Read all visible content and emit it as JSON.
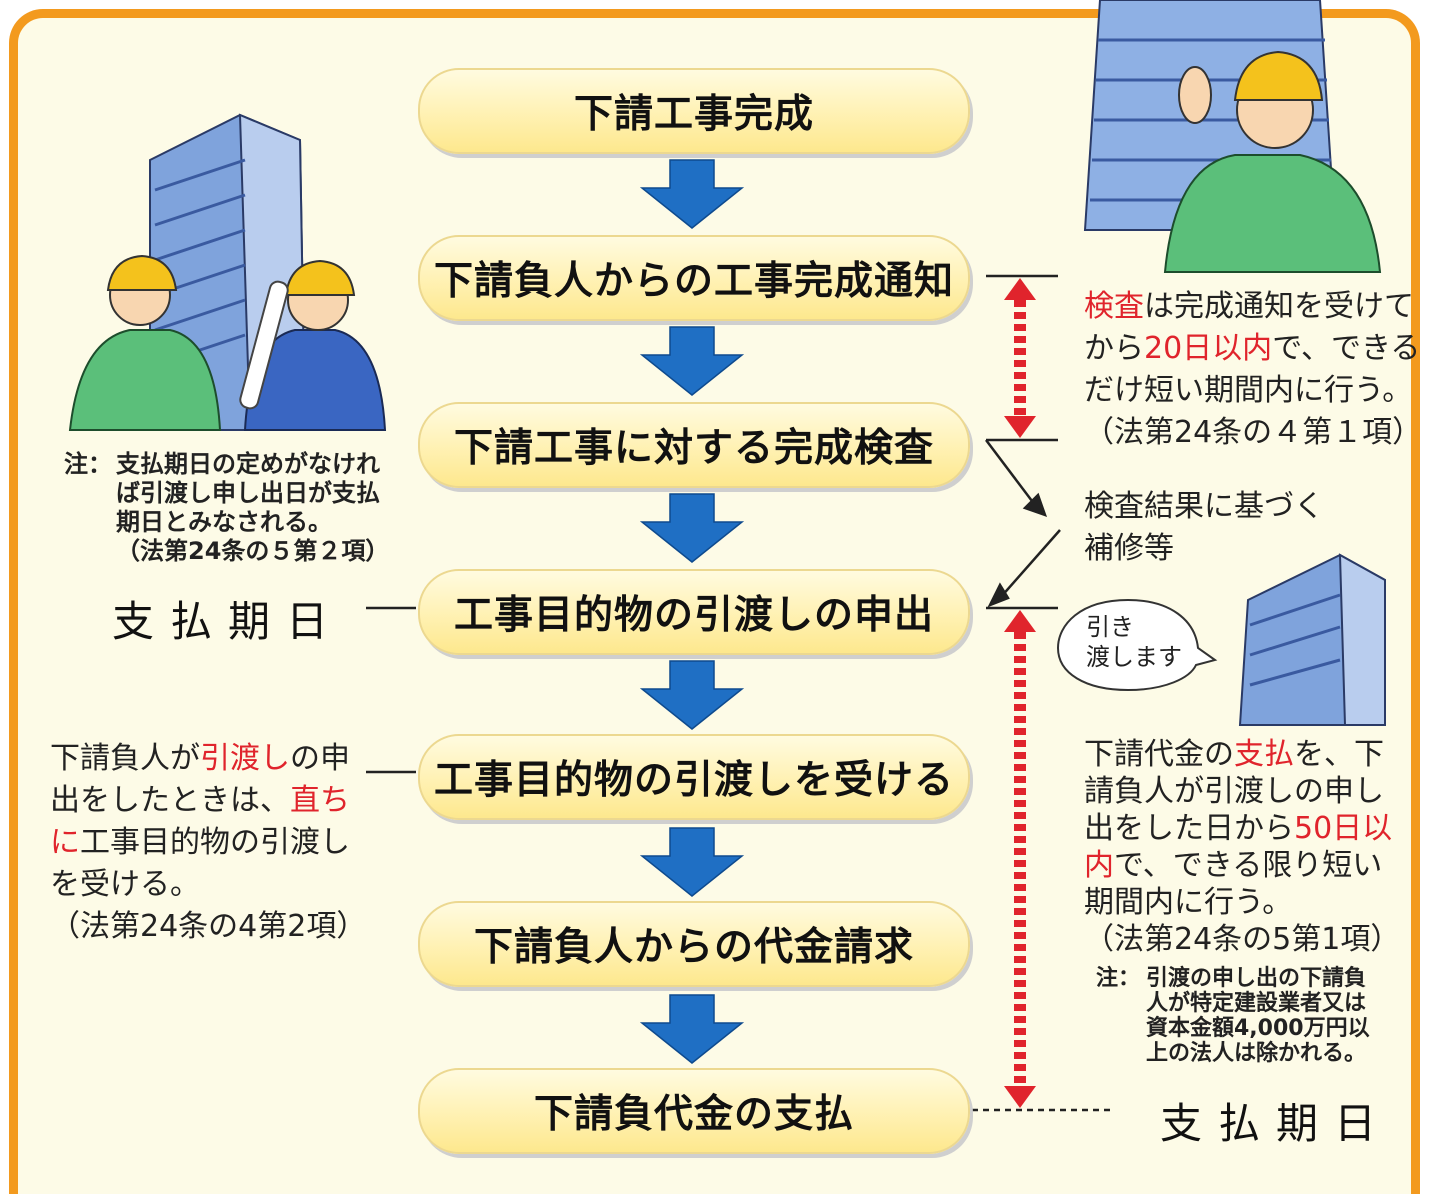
{
  "steps": [
    "下請工事完成",
    "下請負人からの工事完成通知",
    "下請工事に対する完成検査",
    "工事目的物の引渡しの申出",
    "工事目的物の引渡しを受ける",
    "下請負人からの代金請求",
    "下請負代金の支払"
  ],
  "left_note": {
    "prefix": "注：",
    "lines": [
      "支払期日の定めがなけれ",
      "ば引渡し申し出日が支払",
      "期日とみなされる。",
      "（法第24条の５第２項）"
    ]
  },
  "left_due": "支払期日",
  "left_receive": {
    "l1a": "下請負人が",
    "l1b": "引渡し",
    "l1c": "の申",
    "l2a": "出をしたときは、",
    "l2b": "直ち",
    "l3a": "に",
    "l3b": "工事目的物の引渡し",
    "l4": "を受ける。",
    "l5": "（法第24条の4第2項）"
  },
  "right_inspect": {
    "l1a": "検査",
    "l1b": "は完成通知を受けて",
    "l2a": "から",
    "l2b": "20日以内",
    "l2c": "で、できる",
    "l3": "だけ短い期間内に行う。",
    "l4": "（法第24条の４第１項）"
  },
  "right_repair": [
    "検査結果に基づく",
    "補修等"
  ],
  "bubble": [
    "引き",
    "渡します"
  ],
  "right_pay": {
    "l1a": "下請代金の",
    "l1b": "支払",
    "l1c": "を、下",
    "l2": "請負人が引渡しの申し",
    "l3a": "出をした日から",
    "l3b": "50日以",
    "l4a": "内",
    "l4b": "で、できる限り短い",
    "l5": "期間内に行う。",
    "l6": "（法第24条の5第1項）"
  },
  "right_note": {
    "prefix": "注：",
    "lines": [
      "引渡の申し出の下請負",
      "人が特定建設業者又は",
      "資本金額4,000万円以",
      "上の法人は除かれる。"
    ]
  },
  "right_due": "支払期日",
  "colors": {
    "frame": "#f39a1e",
    "arrow": "#1f6fc4",
    "emphasis": "#e0242c",
    "dashed": "#e0242c"
  }
}
